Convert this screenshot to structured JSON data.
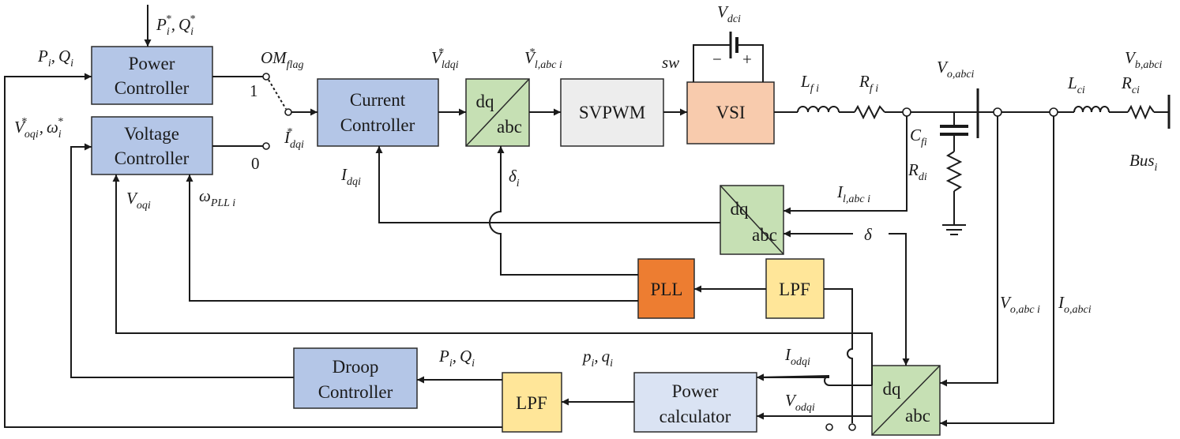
{
  "colors": {
    "controller_fill": "#b4c6e7",
    "transform_fill": "#c6e0b4",
    "svpwm_fill": "#ededed",
    "vsi_fill": "#f8cbad",
    "lpf_fill": "#ffe699",
    "pll_fill": "#ed7d31",
    "power_calc_fill": "#dae3f3"
  },
  "blocks": {
    "power_controller": [
      "Power",
      "Controller"
    ],
    "voltage_controller": [
      "Voltage",
      "Controller"
    ],
    "current_controller": [
      "Current",
      "Controller"
    ],
    "svpwm": "SVPWM",
    "vsi": "VSI",
    "pll": "PLL",
    "lpf_top": "LPF",
    "lpf_bottom": "LPF",
    "droop_controller": [
      "Droop",
      "Controller"
    ],
    "power_calculator": [
      "Power",
      "calculator"
    ],
    "dq_label": "dq",
    "abc_label": "abc"
  },
  "labels": {
    "p_ref_base": "P",
    "p_ref_sub": "i",
    "p_ref_sup": "*",
    "q_ref_base": "Q",
    "q_ref_sub": "i",
    "q_ref_sup": "*",
    "p_in_base": "P",
    "p_in_sub": "i",
    "q_in_base": "Q",
    "q_in_sub": "i",
    "v_ref_base": "V",
    "v_ref_sub": "oqi",
    "v_ref_sup": "*",
    "w_ref_base": "ω",
    "w_ref_sub": "i",
    "w_ref_sup": "*",
    "om_base": "OM",
    "om_sub": "flag",
    "switch_pos_1": "1",
    "switch_pos_0": "0",
    "idq_ref_base": "I",
    "idq_ref_sub": "dqi",
    "idq_ref_sup": "*",
    "vldq_base": "V",
    "vldq_sub": "ldqi",
    "vldq_sup": "*",
    "vlabc_base": "V",
    "vlabc_sub": "l,abc i",
    "vlabc_sup": "*",
    "sw": "sw",
    "vdc_base": "V",
    "vdc_sub": "dci",
    "minus": "−",
    "plus": "+",
    "lf_base": "L",
    "lf_sub": "f i",
    "rf_base": "R",
    "rf_sub": "f i",
    "cf_base": "C",
    "cf_sub": "fi",
    "rd_base": "R",
    "rd_sub": "di",
    "vo_top_base": "V",
    "vo_top_sub": "o,abci",
    "lc_base": "L",
    "lc_sub": "ci",
    "rc_base": "R",
    "rc_sub": "ci",
    "vb_base": "V",
    "vb_sub": "b,abci",
    "bus_base": "Bus",
    "bus_sub": "i",
    "idq_fb_base": "I",
    "idq_fb_sub": "dqi",
    "delta_i_base": "δ",
    "delta_i_sub": "i",
    "il_base": "I",
    "il_sub": "l,abc i",
    "delta": "δ",
    "voq_base": "V",
    "voq_sub": "oqi",
    "wpll_base": "ω",
    "wpll_sub": "PLL i",
    "vo_right_base": "V",
    "vo_right_sub": "o,abc i",
    "io_right_base": "I",
    "io_right_sub": "o,abci",
    "iodq_base": "I",
    "iodq_sub": "odqi",
    "vodq_base": "V",
    "vodq_sub": "odqi",
    "p_filt_base": "P",
    "p_filt_sub": "i",
    "q_filt_base": "Q",
    "q_filt_sub": "i",
    "p_raw_base": "p",
    "p_raw_sub": "i",
    "q_raw_base": "q",
    "q_raw_sub": "i",
    "comma": ","
  }
}
